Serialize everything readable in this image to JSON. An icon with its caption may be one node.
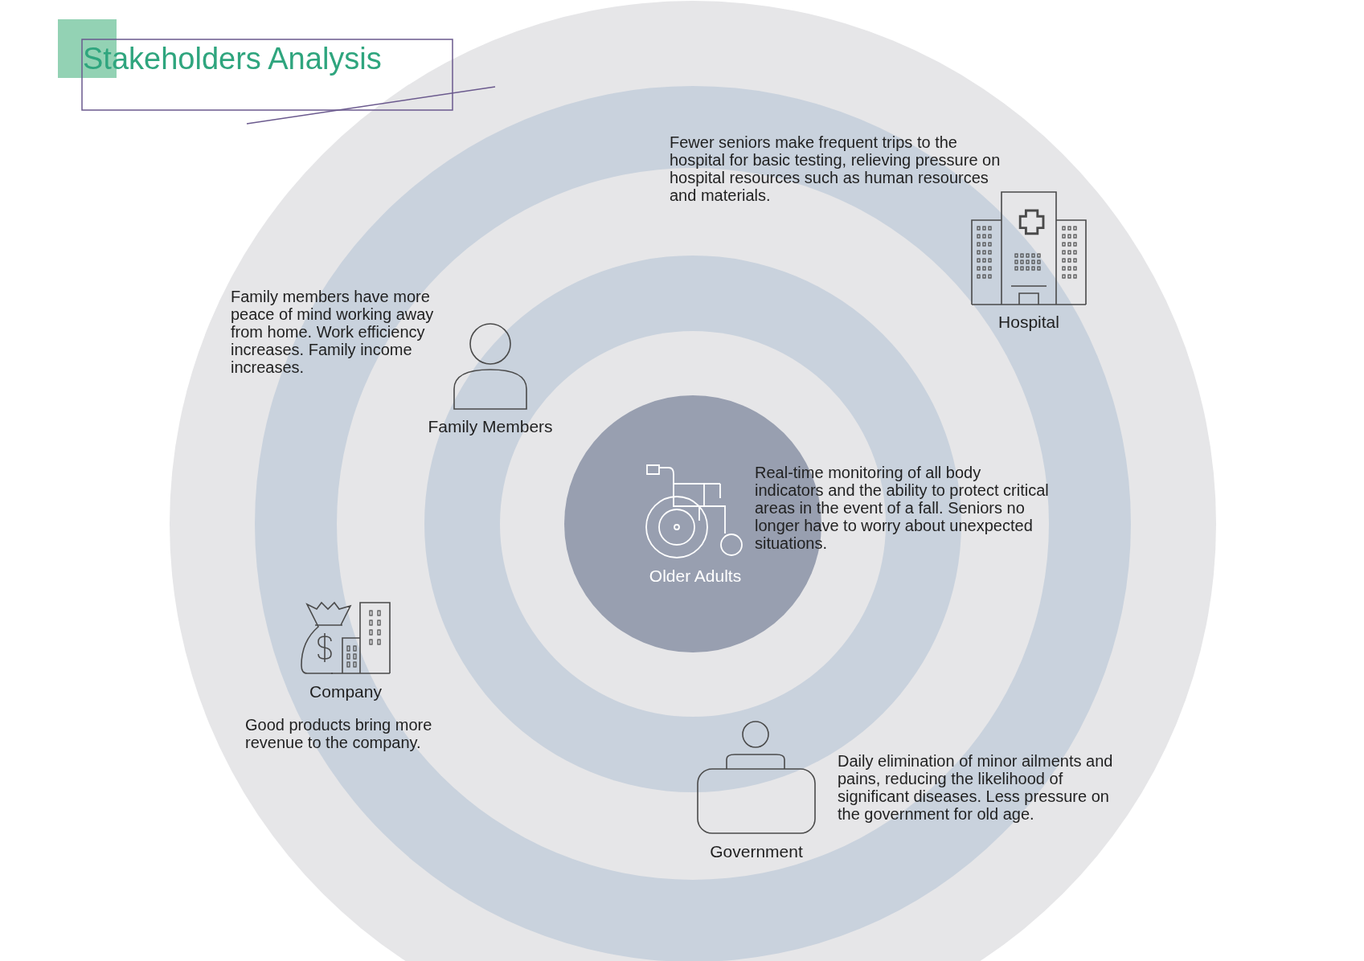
{
  "diagram": {
    "title": "Stakeholders Analysis",
    "nodes": [
      {
        "text": [
          "Older Adults"
        ],
        "beside": [
          "Real-time monitoring of all body indicators and the ability to protect critical areas in the event of a fall. Seniors no longer have to worry about unexpected situations."
        ]
      },
      {
        "text": [
          "Hospital"
        ],
        "beside": [
          "Fewer seniors make frequent trips to the hospital for basic testing, relieving pressure on hospital resources such as human resources and materials."
        ]
      },
      {
        "text": [
          "Family Members"
        ],
        "beside": [
          "Family members have more peace of mind working away from home. Work efficiency increases. Family income increases."
        ]
      },
      {
        "text": [
          "Company"
        ],
        "beside": [
          "Good products bring more revenue to the company."
        ]
      },
      {
        "text": [
          "Government"
        ],
        "beside": [
          "Daily elimination of minor ailments and pains, reducing the likelihood of significant diseases. Less pressure on the government for old age."
        ]
      }
    ]
  }
}
